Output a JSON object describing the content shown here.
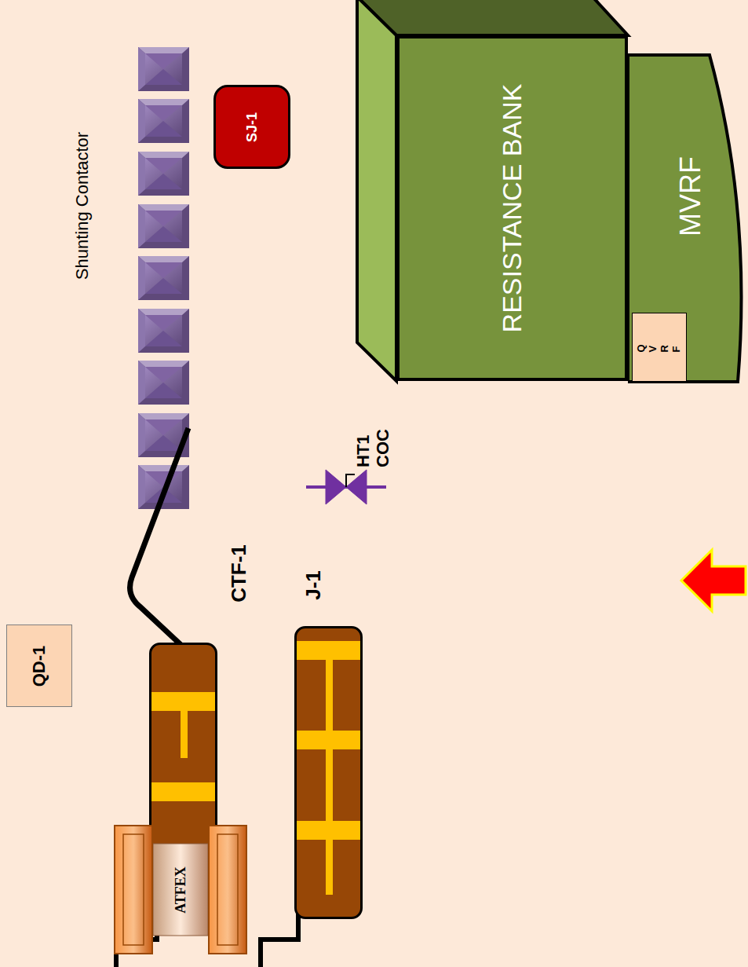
{
  "diagram": {
    "nodes": [
      {
        "text": [
          "QD-1"
        ]
      },
      {
        "text": [
          "CTF-1"
        ]
      },
      {
        "text": [
          "J-1"
        ]
      },
      {
        "text": [
          "ATFEX"
        ]
      },
      {
        "text": [
          "SJ-1"
        ]
      },
      {
        "text": [
          "RESISTANCE BANK"
        ]
      },
      {
        "text": [
          "MVRF"
        ]
      },
      {
        "text": [
          "Q V R F"
        ],
        "in": 6
      }
    ],
    "labels": [
      "Shunting Contactor",
      "HT1 COC"
    ]
  }
}
